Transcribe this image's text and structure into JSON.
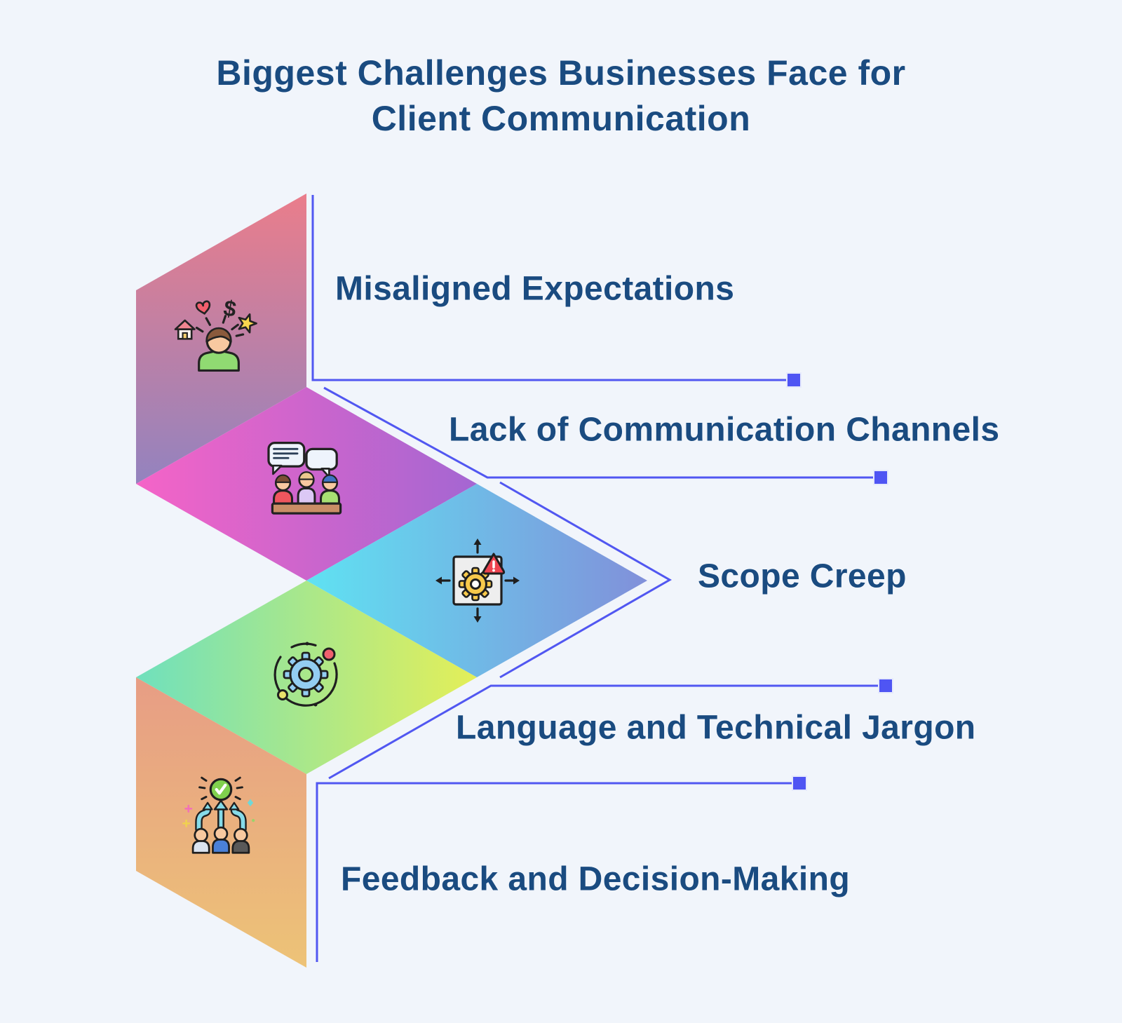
{
  "title": "Biggest Challenges Businesses Face for Client Communication",
  "items": [
    {
      "label": "Misaligned Expectations",
      "icon": "expectations-person-icon",
      "gradient": [
        "#ea7d8b",
        "#9383bf"
      ]
    },
    {
      "label": "Lack of Communication Channels",
      "icon": "meeting-conversation-icon",
      "gradient": [
        "#f564c7",
        "#a466d2"
      ]
    },
    {
      "label": "Scope Creep",
      "icon": "gear-warning-arrows-icon",
      "gradient": [
        "#5fe2f2",
        "#8190da"
      ]
    },
    {
      "label": "Language and Technical Jargon",
      "icon": "gear-orbit-icon",
      "gradient": [
        "#6fe0bd",
        "#e4ef58"
      ]
    },
    {
      "label": "Feedback and Decision-Making",
      "icon": "team-decision-check-icon",
      "gradient": [
        "#e79d85",
        "#edc377"
      ]
    }
  ],
  "colors": {
    "background": "#f1f5fb",
    "text": "#1a4b80",
    "connector_line": "#5157f1",
    "connector_square": "#4f55f3"
  },
  "icon_glyphs": {
    "dollar": "$"
  }
}
